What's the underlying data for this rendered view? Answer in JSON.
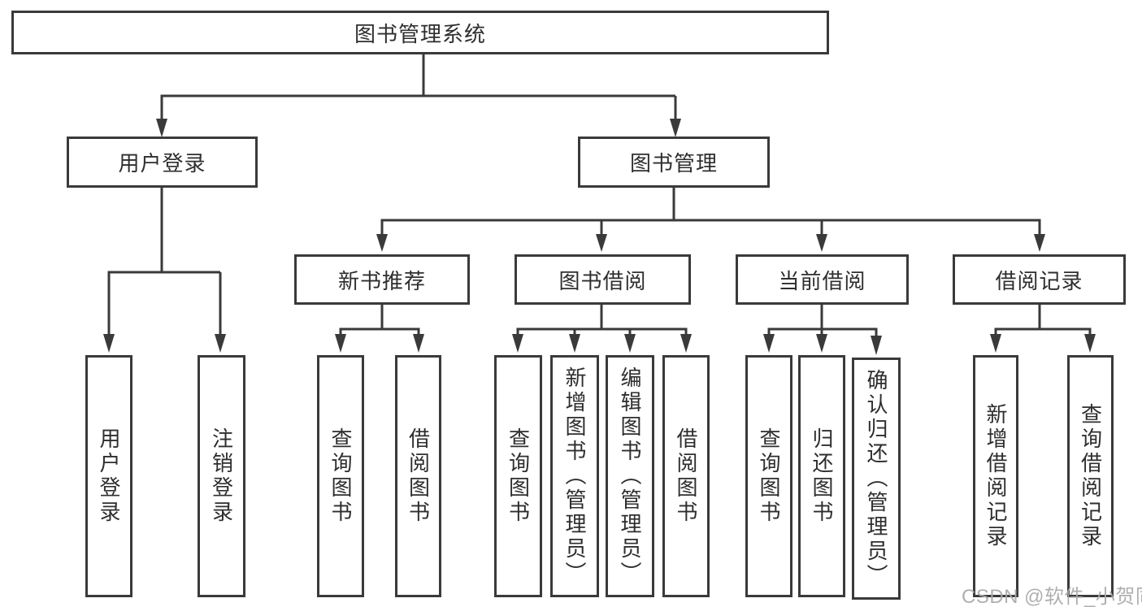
{
  "title": "图书管理系统",
  "level2": [
    {
      "label": "用户登录"
    },
    {
      "label": "图书管理"
    }
  ],
  "level3": [
    {
      "label": "新书推荐"
    },
    {
      "label": "图书借阅"
    },
    {
      "label": "当前借阅"
    },
    {
      "label": "借阅记录"
    }
  ],
  "level4": [
    {
      "label": "用户登录",
      "parent": "用户登录"
    },
    {
      "label": "注销登录",
      "parent": "用户登录"
    },
    {
      "label": "查询图书",
      "parent": "新书推荐"
    },
    {
      "label": "借阅图书",
      "parent": "新书推荐"
    },
    {
      "label": "查询图书",
      "parent": "图书借阅"
    },
    {
      "label": "新增图书（管理员）",
      "parent": "图书借阅"
    },
    {
      "label": "编辑图书（管理员）",
      "parent": "图书借阅"
    },
    {
      "label": "借阅图书",
      "parent": "图书借阅"
    },
    {
      "label": "查询图书",
      "parent": "当前借阅"
    },
    {
      "label": "归还图书",
      "parent": "当前借阅"
    },
    {
      "label": "确认归还（管理员）",
      "parent": "当前借阅"
    },
    {
      "label": "新增借阅记录",
      "parent": "借阅记录"
    },
    {
      "label": "查询借阅记录",
      "parent": "借阅记录"
    }
  ],
  "watermark": "CSDN @软件_小贺同学",
  "colors": {
    "line": "#3a3a3a",
    "box_border": "#3a3a3a",
    "text": "#2e2e2e",
    "watermark": "#a9a9a9",
    "background": "#ffffff"
  }
}
